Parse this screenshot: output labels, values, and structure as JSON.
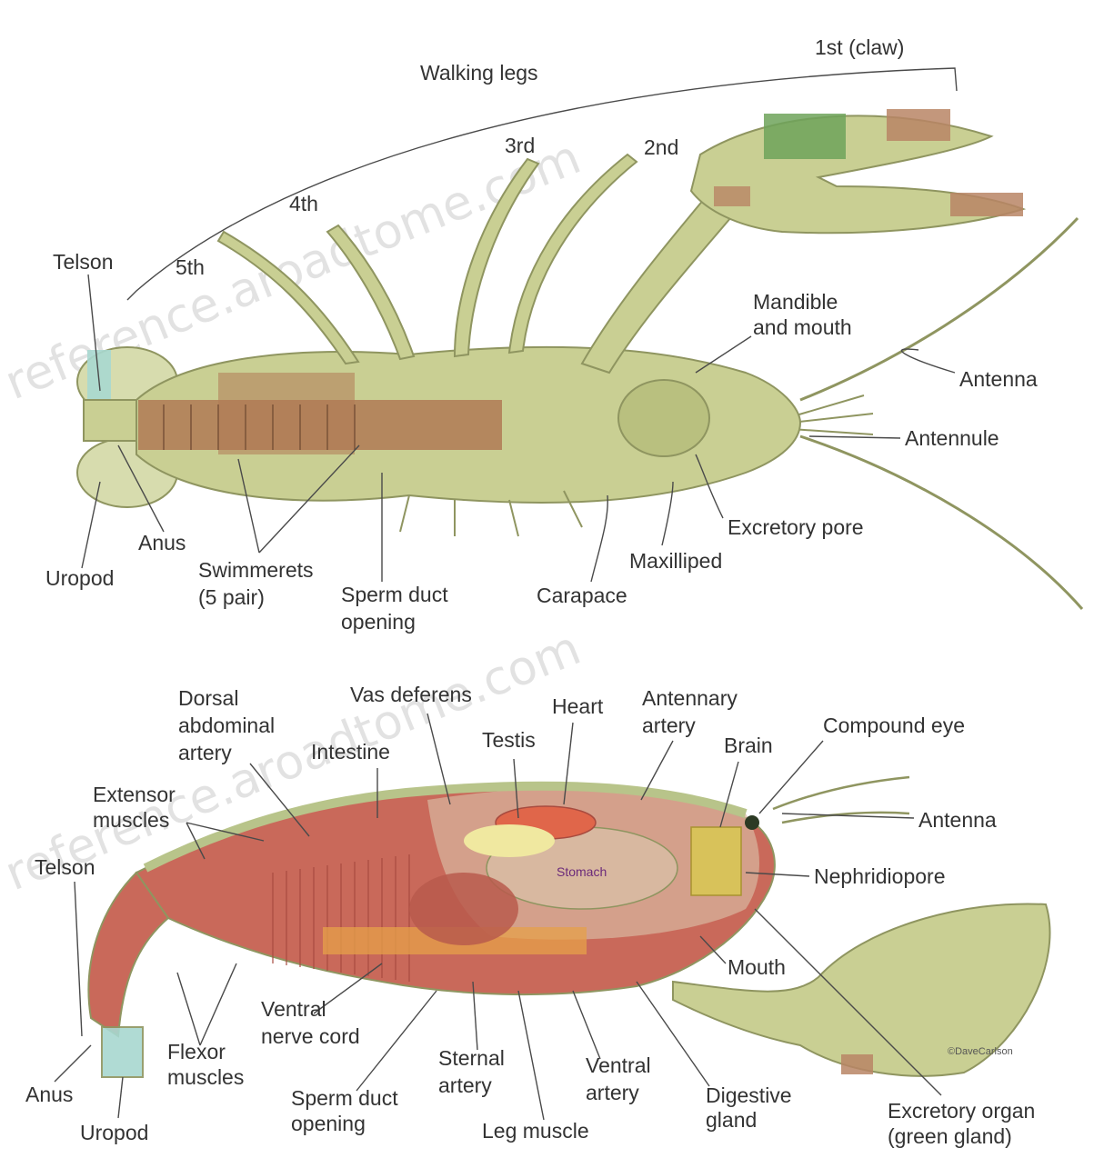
{
  "top_view": {
    "labels": {
      "walking_legs": "Walking legs",
      "claw_1st": "1st (claw)",
      "leg_2nd": "2nd",
      "leg_3rd": "3rd",
      "leg_4th": "4th",
      "leg_5th": "5th",
      "telson": "Telson",
      "mandible_line1": "Mandible",
      "mandible_line2": "and mouth",
      "antenna": "Antenna",
      "antennule": "Antennule",
      "excretory_pore": "Excretory pore",
      "maxilliped": "Maxilliped",
      "carapace": "Carapace",
      "sperm_duct_line1": "Sperm duct",
      "sperm_duct_line2": "opening",
      "swimmerets_line1": "Swimmerets",
      "swimmerets_line2": "(5 pair)",
      "anus": "Anus",
      "uropod": "Uropod"
    }
  },
  "side_view": {
    "labels": {
      "dorsal_line1": "Dorsal",
      "dorsal_line2": "abdominal",
      "dorsal_line3": "artery",
      "vas_deferens": "Vas deferens",
      "heart": "Heart",
      "antennary_line1": "Antennary",
      "antennary_line2": "artery",
      "intestine": "Intestine",
      "testis": "Testis",
      "brain": "Brain",
      "compound_eye": "Compound eye",
      "extensor_line1": "Extensor",
      "extensor_line2": "muscles",
      "antenna": "Antenna",
      "telson": "Telson",
      "stomach": "Stomach",
      "nephridiopore": "Nephridiopore",
      "mouth": "Mouth",
      "ventral_nerve_line1": "Ventral",
      "ventral_nerve_line2": "nerve cord",
      "flexor_line1": "Flexor",
      "flexor_line2": "muscles",
      "sternal_line1": "Sternal",
      "sternal_line2": "artery",
      "ventral_artery_line1": "Ventral",
      "ventral_artery_line2": "artery",
      "digestive_line1": "Digestive",
      "digestive_line2": "gland",
      "anus": "Anus",
      "sperm_duct_line1": "Sperm duct",
      "sperm_duct_line2": "opening",
      "excretory_organ_line1": "Excretory organ",
      "excretory_organ_line2": "(green gland)",
      "uropod": "Uropod",
      "leg_muscle": "Leg muscle"
    },
    "credit": "©DaveCarlson"
  },
  "watermark": {
    "text_top": "reference.aroadtome.com",
    "text_bottom": "reference.aroadtome.com"
  },
  "colors": {
    "body_olive": "#c9cf93",
    "body_dark": "#9fa866",
    "muscle_red": "#c9695a",
    "muscle_dark": "#a84b3f",
    "gland_yellow": "#d8c25a",
    "claw_green": "#6fa35a",
    "claw_tan": "#b98565",
    "band_brown": "#b07a55",
    "uropod_blue": "#a8d8d0"
  }
}
